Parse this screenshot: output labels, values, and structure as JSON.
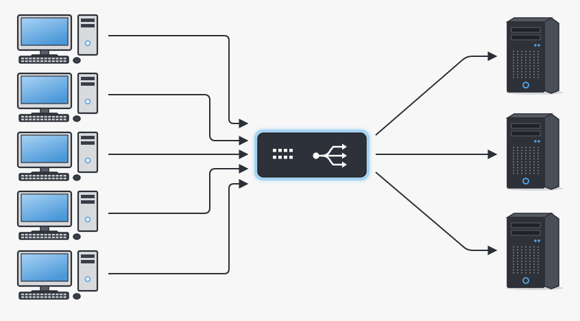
{
  "colors": {
    "background": "#f7f7f7",
    "outline": "#2b2f36",
    "screen_top": "#a9d3f5",
    "screen_bottom": "#4b98d8",
    "device_body": "#d9dadd",
    "server_body": "#2e3238",
    "server_side": "#4a4f57",
    "switch_body": "#2d3139",
    "switch_glow": "#9cd0f2",
    "switch_icon": "#ffffff",
    "power_led": "#5aa7e6",
    "connector": "#2b2f36"
  },
  "icons": {
    "client": "desktop-computer-icon",
    "switch_ports": "port-grid-icon",
    "switch_symbol": "network-fork-icon",
    "server": "tower-server-icon"
  },
  "diagram": {
    "clients": [
      {
        "id": "client-1"
      },
      {
        "id": "client-2"
      },
      {
        "id": "client-3"
      },
      {
        "id": "client-4"
      },
      {
        "id": "client-5"
      }
    ],
    "hub": {
      "id": "network-switch"
    },
    "servers": [
      {
        "id": "server-1"
      },
      {
        "id": "server-2"
      },
      {
        "id": "server-3"
      }
    ],
    "links": [
      {
        "from": "client-1",
        "to": "network-switch"
      },
      {
        "from": "client-2",
        "to": "network-switch"
      },
      {
        "from": "client-3",
        "to": "network-switch"
      },
      {
        "from": "client-4",
        "to": "network-switch"
      },
      {
        "from": "client-5",
        "to": "network-switch"
      },
      {
        "from": "network-switch",
        "to": "server-1"
      },
      {
        "from": "network-switch",
        "to": "server-2"
      },
      {
        "from": "network-switch",
        "to": "server-3"
      }
    ]
  }
}
